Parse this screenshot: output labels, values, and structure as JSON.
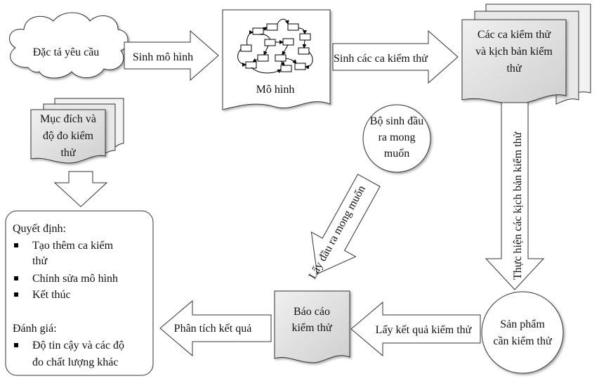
{
  "nodes": {
    "spec": "Đặc tả yêu cầu",
    "model": "Mô hình",
    "test_cases_lines": [
      "Các ca kiểm thử",
      "và kịch bản kiểm",
      "thử"
    ],
    "purpose_lines": [
      "Mục đích và",
      "độ đo kiểm",
      "thử"
    ],
    "oracle_lines": [
      "Bộ sinh đầu",
      "ra mong",
      "muốn"
    ],
    "report_lines": [
      "Báo cáo",
      "kiểm thử"
    ],
    "product_lines": [
      "Sản phẩm",
      "cần kiểm thử"
    ]
  },
  "decision_box": {
    "heading": "Quyết định:",
    "items": [
      [
        "Tạo thêm ca kiểm",
        "thử"
      ],
      [
        "Chỉnh sửa mô hình"
      ],
      [
        "Kết thúc"
      ]
    ],
    "eval_heading": "Đánh giá:",
    "eval_items": [
      [
        "Độ tin cậy và các độ",
        "đo chất lượng khác"
      ]
    ]
  },
  "arrows": {
    "gen_model": "Sinh mô hình",
    "gen_tests": "Sinh các ca kiểm thử",
    "execute": "Thực hiện các kịch bản kiểm thử",
    "get_results": "Lấy kết quả kiểm thử",
    "analyze": "Phân tích kết quả",
    "get_expected": "Lấy đầu ra mong muốn"
  }
}
